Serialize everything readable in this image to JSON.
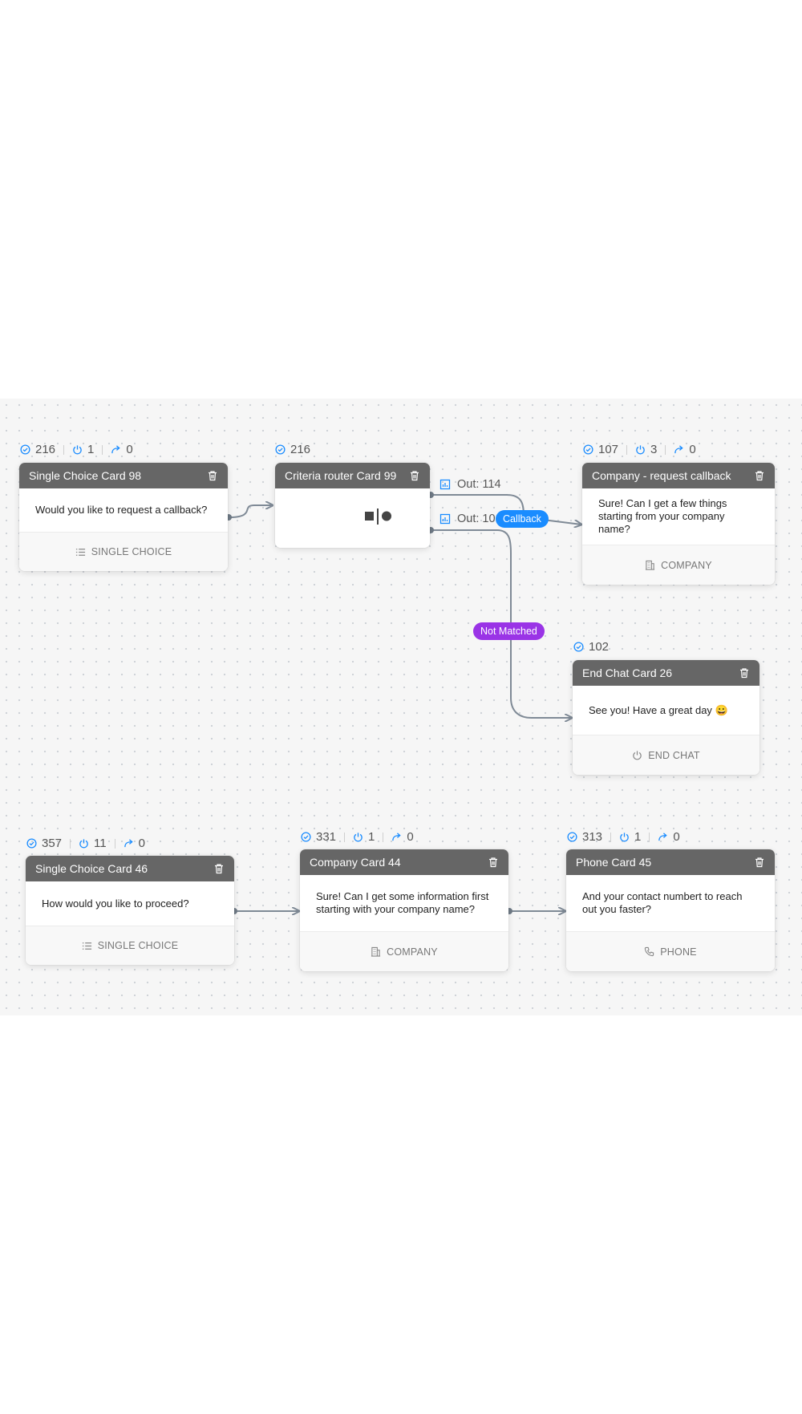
{
  "colors": {
    "canvas": "#f6f6f6",
    "header": "#666666",
    "accent": "#1a8cff",
    "callback": "#1a8cff",
    "not_matched": "#9a34e6",
    "edge": "#7f8a96"
  },
  "cards": {
    "c98": {
      "title": "Single Choice Card 98",
      "body": "Would you like to request a callback?",
      "footer": "SINGLE CHOICE",
      "footer_icon": "list-icon",
      "stats": {
        "completed": "216",
        "exits": "1",
        "forwards": "0"
      }
    },
    "c99": {
      "title": "Criteria router Card 99",
      "body_icon": "router-icon",
      "stats": {
        "completed": "216"
      }
    },
    "callback": {
      "title": "Company - request callback",
      "body": "Sure! Can I get a few things starting from your company name?",
      "footer": "COMPANY",
      "footer_icon": "building-icon",
      "stats": {
        "completed": "107",
        "exits": "3",
        "forwards": "0"
      }
    },
    "c26": {
      "title": "End Chat Card 26",
      "body": "See you! Have a great day 😀",
      "footer": "END CHAT",
      "footer_icon": "power-icon",
      "stats": {
        "completed": "102"
      }
    },
    "c46": {
      "title": "Single Choice Card 46",
      "body": "How would you like to proceed?",
      "footer": "SINGLE CHOICE",
      "footer_icon": "list-icon",
      "stats": {
        "completed": "357",
        "exits": "11",
        "forwards": "0"
      }
    },
    "c44": {
      "title": "Company Card 44",
      "body": "Sure! Can I get some information first starting with your company name?",
      "footer": "COMPANY",
      "footer_icon": "building-icon",
      "stats": {
        "completed": "331",
        "exits": "1",
        "forwards": "0"
      }
    },
    "c45": {
      "title": "Phone Card 45",
      "body": "And your contact numbert to reach out you faster?",
      "footer": "PHONE",
      "footer_icon": "phone-icon",
      "stats": {
        "completed": "313",
        "exits": "1",
        "forwards": "0"
      }
    }
  },
  "router_outputs": {
    "out1": "Out: 114",
    "out2": "Out: 10"
  },
  "edge_labels": {
    "callback": "Callback",
    "not_matched": "Not Matched"
  }
}
